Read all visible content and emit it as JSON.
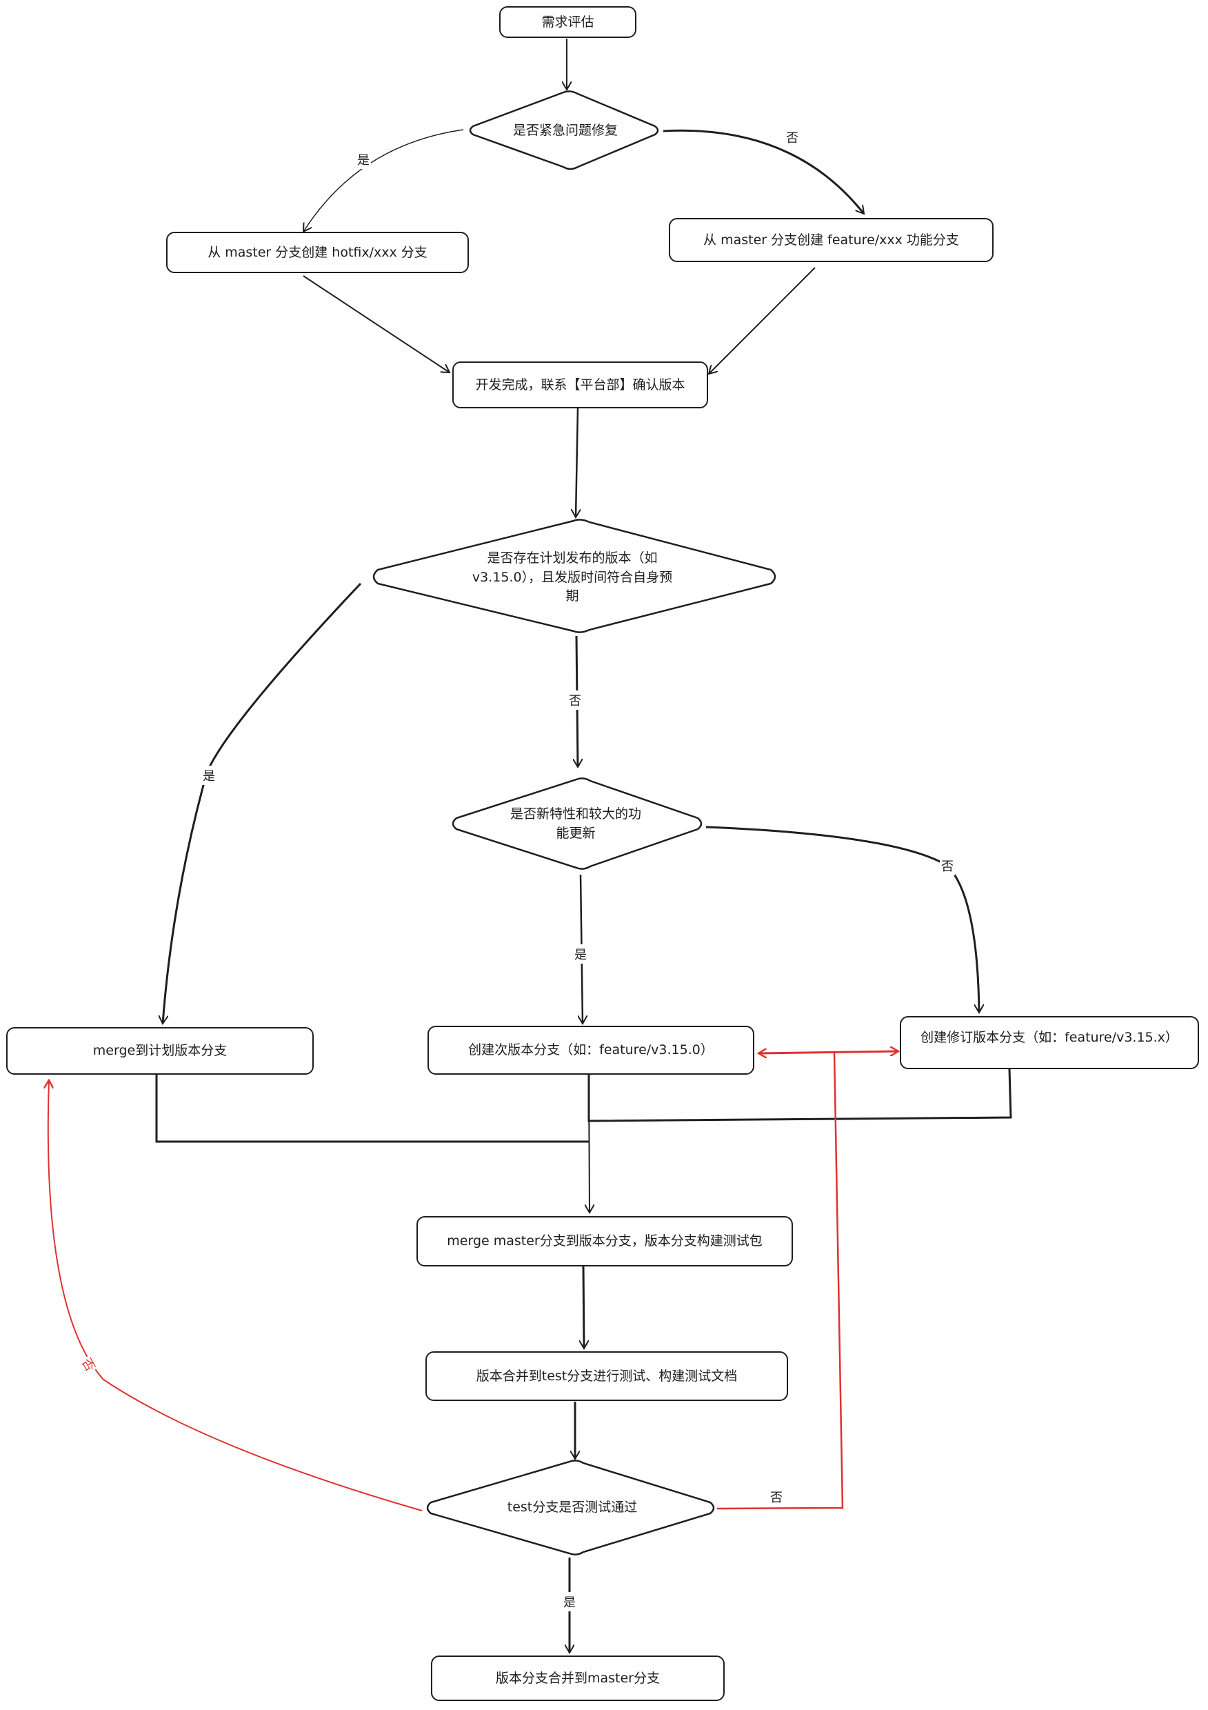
{
  "nodes": {
    "start": "需求评估",
    "urgent_decision": "是否紧急问题修复",
    "hotfix_branch": "从 master 分支创建 hotfix/xxx 分支",
    "feature_branch": "从 master 分支创建 feature/xxx 功能分支",
    "dev_done": "开发完成，联系【平台部】确认版本",
    "planned_version_decision": "是否存在计划发布的版本（如 v3.15.0），且发版时间符合自身预期",
    "major_feature_decision": "是否新特性和较大的功能更新",
    "merge_planned": "merge到计划版本分支",
    "create_minor": "创建次版本分支（如：feature/v3.15.0）",
    "create_patch": "创建修订版本分支（如：feature/v3.15.x）",
    "merge_master": "merge master分支到版本分支，版本分支构建测试包",
    "merge_test": "版本合并到test分支进行测试、构建测试文档",
    "test_decision": "test分支是否测试通过",
    "merge_to_master": "版本分支合并到master分支"
  },
  "edge_labels": {
    "urgent_yes": "是",
    "urgent_no": "否",
    "planned_yes": "是",
    "planned_no": "否",
    "major_yes": "是",
    "major_no": "否",
    "test_fail_left": "否",
    "test_fail_right": "否",
    "test_pass": "是"
  },
  "colors": {
    "stroke": "#1e1e1e",
    "fail_path": "#e03131"
  }
}
